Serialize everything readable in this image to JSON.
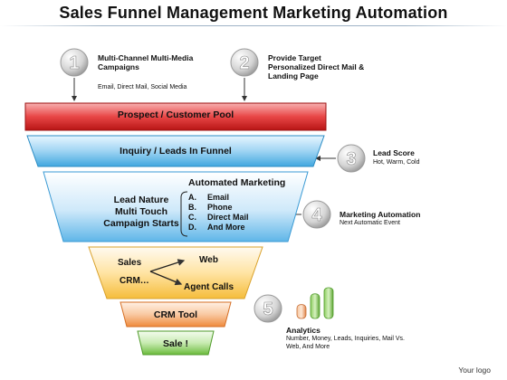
{
  "title": "Sales Funnel Management Marketing Automation",
  "steps": [
    {
      "number": "1",
      "title": "Multi-Channel Multi-Media\nCampaigns",
      "detail": "Email, Direct Mail, Social Media"
    },
    {
      "number": "2",
      "title": "Provide Target\nPersonalized Direct Mail &\nLanding Page"
    },
    {
      "number": "3",
      "title": "Lead Score",
      "detail": "Hot, Warm, Cold"
    },
    {
      "number": "4",
      "title": "Marketing Automation",
      "detail": "Next Automatic Event"
    },
    {
      "number": "5",
      "title": "Analytics",
      "detail": "Number, Money, Leads, Inquiries, Mail Vs.\nWeb, And More"
    }
  ],
  "funnel": {
    "prospect": "Prospect / Customer Pool",
    "inquiry": "Inquiry / Leads In Funnel",
    "nurture": "Lead Nature\nMulti Touch\nCampaign Starts",
    "automated_title": "Automated Marketing",
    "automated_items": [
      {
        "letter": "A.",
        "text": "Email"
      },
      {
        "letter": "B.",
        "text": "Phone"
      },
      {
        "letter": "C.",
        "text": "Direct Mail"
      },
      {
        "letter": "D.",
        "text": "And More"
      }
    ],
    "sales": "Sales",
    "crm_dots": "CRM…",
    "web": "Web",
    "agent_calls": "Agent Calls",
    "crm_tool": "CRM Tool",
    "sale": "Sale !"
  },
  "analytics_bars": [
    0.45,
    0.8,
    1.0
  ],
  "logo": "Your logo",
  "colors": {
    "red": "#d9262a",
    "blue": "#41a7df",
    "gold": "#f5c042",
    "orange": "#ef8a3c",
    "green": "#6bbb3c"
  }
}
